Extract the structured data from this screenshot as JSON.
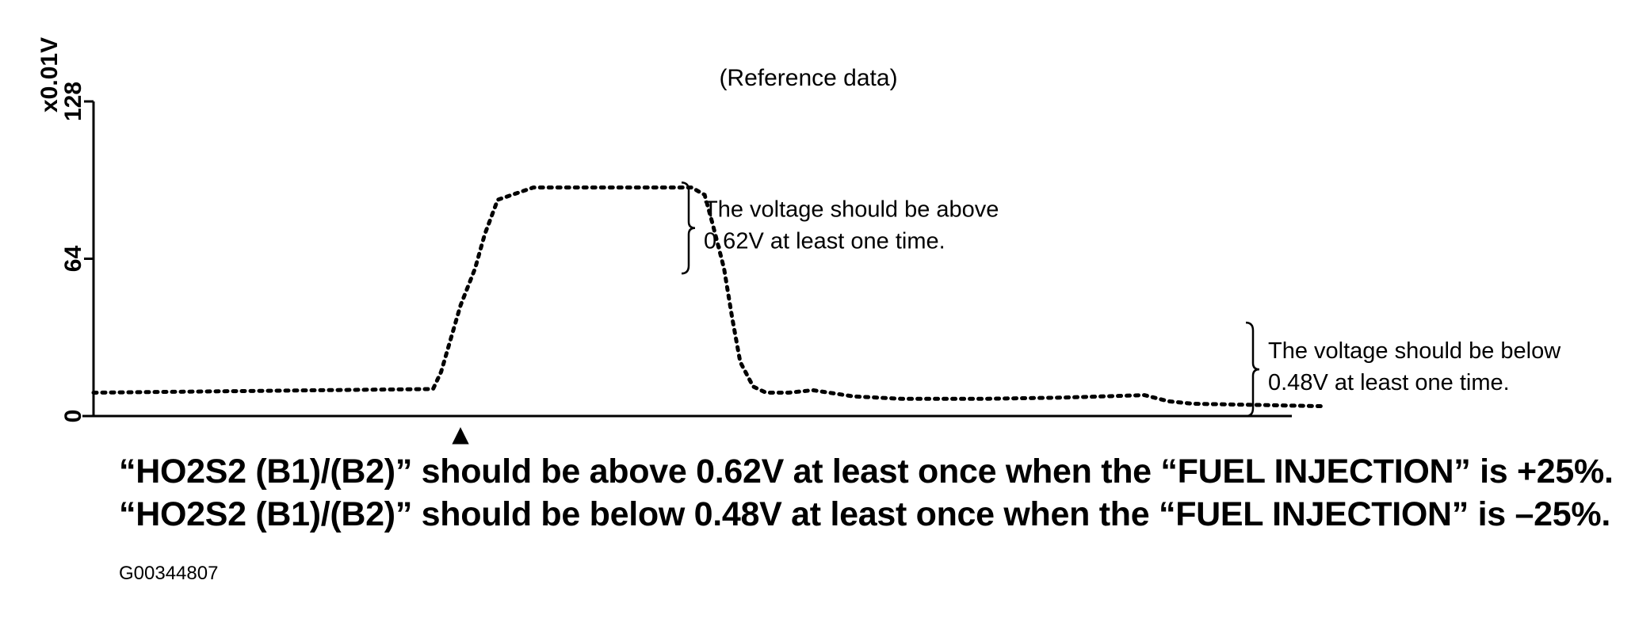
{
  "chart_data": {
    "type": "line",
    "title": "(Reference data)",
    "ylabel": "x0.01V",
    "ylim": [
      0,
      128
    ],
    "yticks": [
      0,
      64,
      128
    ],
    "grid": false,
    "series": [
      {
        "style": "dotted",
        "color": "#000000",
        "x": [
          0,
          21,
          21.5,
          22.7,
          23.6,
          24.2,
          25.0,
          27.2,
          32.0,
          37.0,
          37.8,
          38.3,
          39.0,
          39.5,
          40.0,
          40.8,
          41.6,
          43.0,
          44.5,
          47.0,
          50.0,
          55.0,
          60.0,
          65.0,
          66.5,
          68.0,
          72.0,
          76.0
        ],
        "y": [
          9.5,
          11,
          18,
          45,
          60,
          74,
          88,
          93,
          93,
          93,
          90,
          78,
          60,
          40,
          22,
          12,
          9.5,
          9.5,
          10.5,
          8,
          7,
          7,
          7.5,
          8.5,
          6,
          5,
          4.5,
          4
        ]
      }
    ],
    "annotations": [
      {
        "id": "above",
        "text_lines": [
          "The voltage should be above",
          "0.62V at least one time."
        ],
        "y_range": [
          58,
          95
        ]
      },
      {
        "id": "below",
        "text_lines": [
          "The voltage should be below",
          "0.48V at least one time."
        ],
        "y_range": [
          0,
          38
        ]
      }
    ],
    "marker": {
      "symbol": "▲",
      "x": 22.7
    }
  },
  "captions": [
    "“HO2S2 (B1)/(B2)” should be above 0.62V at least once when the “FUEL INJECTION” is +25%.",
    "“HO2S2 (B1)/(B2)” should be below 0.48V at least once when the “FUEL INJECTION” is –25%."
  ],
  "figure_id": "G00344807"
}
